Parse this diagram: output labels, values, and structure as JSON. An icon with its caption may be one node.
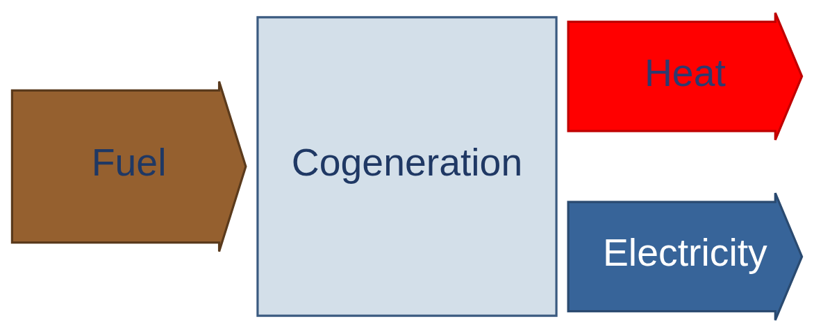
{
  "diagram": {
    "nodes": [
      {
        "text": [
          "Fuel"
        ]
      },
      {
        "text": [
          "Cogeneration"
        ]
      },
      {
        "text": [
          "Heat"
        ]
      },
      {
        "text": [
          "Electricity"
        ]
      }
    ],
    "edges": []
  }
}
